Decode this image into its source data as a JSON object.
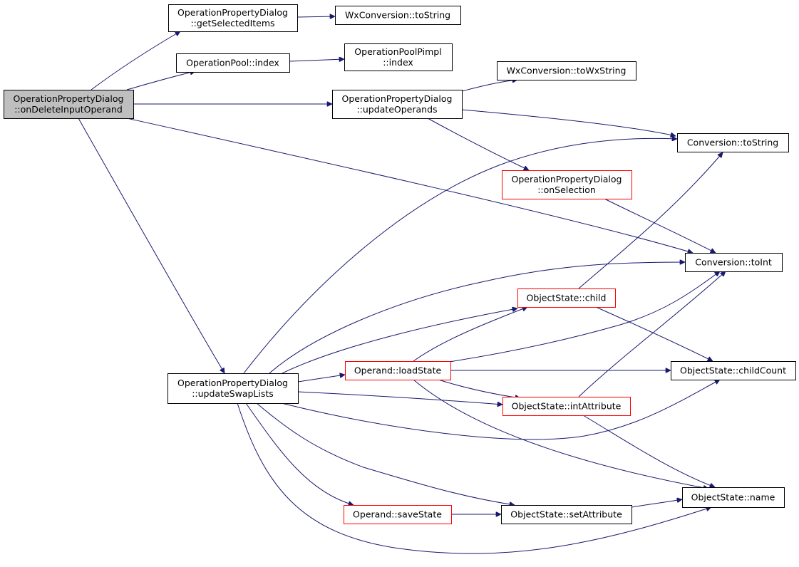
{
  "colors": {
    "edge": "#191970",
    "normal_border": "#000000",
    "truncated_border": "#ff0000",
    "root_fill": "#bfbfbf",
    "node_fill": "#ffffff"
  },
  "nodes": [
    {
      "id": "root",
      "lines": [
        "OperationPropertyDialog",
        "::onDeleteInputOperand"
      ],
      "style": "root"
    },
    {
      "id": "getSelectedItems",
      "lines": [
        "OperationPropertyDialog",
        "::getSelectedItems"
      ],
      "style": "normal"
    },
    {
      "id": "wxToString",
      "lines": [
        "WxConversion::toString"
      ],
      "style": "normal"
    },
    {
      "id": "poolIndex",
      "lines": [
        "OperationPool::index"
      ],
      "style": "normal"
    },
    {
      "id": "pimplIndex",
      "lines": [
        "OperationPoolPimpl",
        "::index"
      ],
      "style": "normal"
    },
    {
      "id": "toWxString",
      "lines": [
        "WxConversion::toWxString"
      ],
      "style": "normal"
    },
    {
      "id": "updateOperands",
      "lines": [
        "OperationPropertyDialog",
        "::updateOperands"
      ],
      "style": "normal"
    },
    {
      "id": "convToString",
      "lines": [
        "Conversion::toString"
      ],
      "style": "normal"
    },
    {
      "id": "onSelection",
      "lines": [
        "OperationPropertyDialog",
        "::onSelection"
      ],
      "style": "truncated"
    },
    {
      "id": "toInt",
      "lines": [
        "Conversion::toInt"
      ],
      "style": "normal"
    },
    {
      "id": "child",
      "lines": [
        "ObjectState::child"
      ],
      "style": "truncated"
    },
    {
      "id": "updateSwapLists",
      "lines": [
        "OperationPropertyDialog",
        "::updateSwapLists"
      ],
      "style": "normal"
    },
    {
      "id": "loadState",
      "lines": [
        "Operand::loadState"
      ],
      "style": "truncated"
    },
    {
      "id": "childCount",
      "lines": [
        "ObjectState::childCount"
      ],
      "style": "normal"
    },
    {
      "id": "intAttribute",
      "lines": [
        "ObjectState::intAttribute"
      ],
      "style": "truncated"
    },
    {
      "id": "objName",
      "lines": [
        "ObjectState::name"
      ],
      "style": "normal"
    },
    {
      "id": "saveState",
      "lines": [
        "Operand::saveState"
      ],
      "style": "truncated"
    },
    {
      "id": "setAttribute",
      "lines": [
        "ObjectState::setAttribute"
      ],
      "style": "normal"
    }
  ],
  "edges": [
    {
      "from": "root",
      "to": "getSelectedItems"
    },
    {
      "from": "root",
      "to": "poolIndex"
    },
    {
      "from": "root",
      "to": "updateOperands"
    },
    {
      "from": "root",
      "to": "toInt"
    },
    {
      "from": "root",
      "to": "updateSwapLists"
    },
    {
      "from": "getSelectedItems",
      "to": "wxToString"
    },
    {
      "from": "poolIndex",
      "to": "pimplIndex"
    },
    {
      "from": "updateOperands",
      "to": "toWxString"
    },
    {
      "from": "updateOperands",
      "to": "convToString"
    },
    {
      "from": "updateOperands",
      "to": "onSelection"
    },
    {
      "from": "onSelection",
      "to": "toInt"
    },
    {
      "from": "updateSwapLists",
      "to": "convToString"
    },
    {
      "from": "updateSwapLists",
      "to": "toInt"
    },
    {
      "from": "updateSwapLists",
      "to": "child"
    },
    {
      "from": "updateSwapLists",
      "to": "loadState"
    },
    {
      "from": "updateSwapLists",
      "to": "intAttribute"
    },
    {
      "from": "updateSwapLists",
      "to": "childCount"
    },
    {
      "from": "updateSwapLists",
      "to": "saveState"
    },
    {
      "from": "updateSwapLists",
      "to": "setAttribute"
    },
    {
      "from": "updateSwapLists",
      "to": "objName"
    },
    {
      "from": "child",
      "to": "convToString"
    },
    {
      "from": "child",
      "to": "childCount"
    },
    {
      "from": "loadState",
      "to": "child"
    },
    {
      "from": "loadState",
      "to": "toInt"
    },
    {
      "from": "loadState",
      "to": "childCount"
    },
    {
      "from": "loadState",
      "to": "intAttribute"
    },
    {
      "from": "loadState",
      "to": "objName"
    },
    {
      "from": "intAttribute",
      "to": "toInt"
    },
    {
      "from": "intAttribute",
      "to": "objName"
    },
    {
      "from": "saveState",
      "to": "setAttribute"
    },
    {
      "from": "setAttribute",
      "to": "objName"
    }
  ]
}
